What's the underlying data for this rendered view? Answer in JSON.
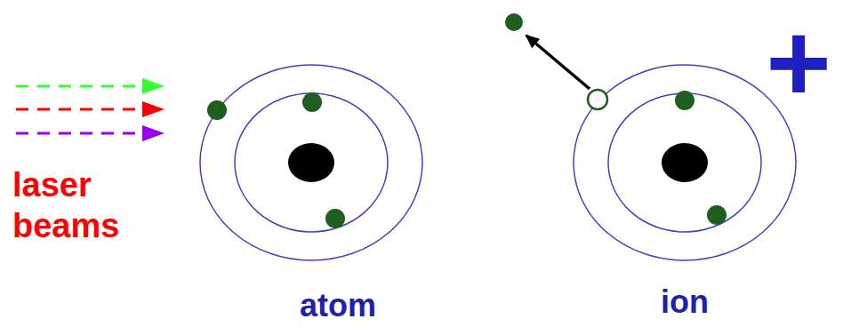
{
  "diagram": {
    "labels": [
      "laser beams",
      "atom",
      "ion",
      "+"
    ]
  }
}
